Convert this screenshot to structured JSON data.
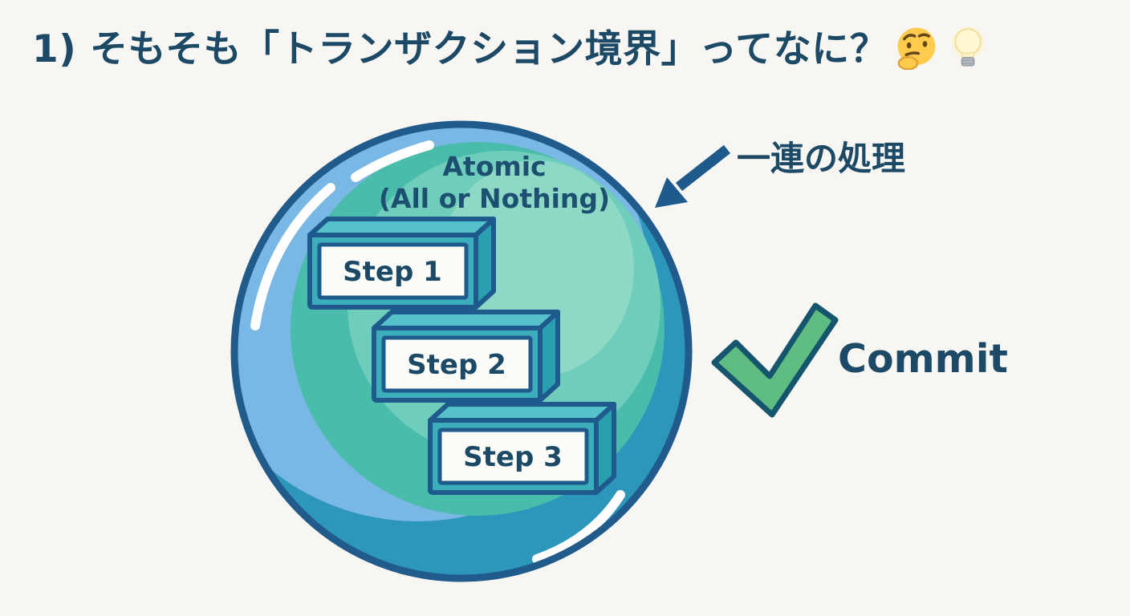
{
  "slide": {
    "background": "#f8f6f2"
  },
  "title": {
    "text": "1) そもそも「トランザクション境界」ってなに？",
    "emojis": [
      {
        "name": "thinking-face",
        "char": "🤔"
      },
      {
        "name": "light-bulb",
        "char": "💡"
      }
    ]
  },
  "bubble": {
    "heading_line1": "Atomic",
    "heading_line2": "(All or Nothing)",
    "annotation": "一連の処理",
    "steps": [
      {
        "label": "Step 1"
      },
      {
        "label": "Step 2"
      },
      {
        "label": "Step 3"
      }
    ]
  },
  "result": {
    "label": "Commit",
    "icon": "check-mark"
  },
  "colors": {
    "title_text": "#1c4a66",
    "bubble_outline": "#205b8c",
    "bubble_rim_blue": "#79b7e4",
    "bubble_teal": "#4abcab",
    "bubble_teal_light": "#6fcdbb",
    "bubble_teal_lightest": "#8ed8c6",
    "bubble_teal_dark": "#2c96bb",
    "box_frame_teal": "#3cadbb",
    "box_top_teal": "#56c1cb",
    "box_side_teal": "#2a9fb0",
    "box_face": "#fbfbf7",
    "box_border": "#1e5a8c",
    "arrow_blue": "#1e5a8c",
    "check_green": "#5fbd82",
    "check_outline": "#15566e"
  }
}
